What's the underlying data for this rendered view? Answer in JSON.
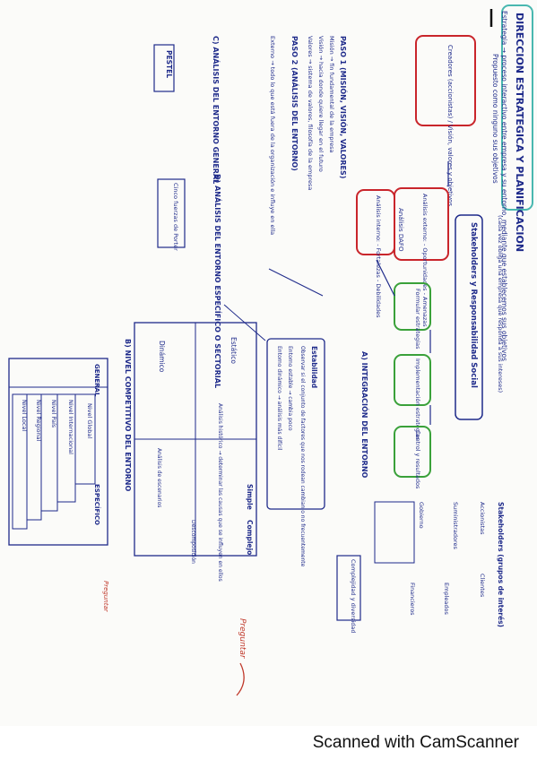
{
  "page": {
    "footer_text": "Scanned with CamScanner",
    "orientation": "rotated-90-clockwise"
  },
  "colors": {
    "ink": "#1e2a8a",
    "red_box": "#c9252b",
    "green_box": "#3aa13a",
    "title_box": "#49b8b0",
    "pen_red": "#c0392b"
  },
  "notes": {
    "title": "DIRECCION ESTRATEGICA Y PLANIFICACION",
    "intro_line_1": "Estrategia → proceso interactivo entre empresa y su entorno, mediante que establecemos sus objetivos",
    "intro_line_2": "Propuesto como ninguno sus objetivos",
    "central_label": "Stakeholders y Responsabilidad Social",
    "central_note": "(cada vez obliga una empresa que responda a sus intereses)",
    "red_box_1": "Creadores (accionistas) / Visión, valores y objetivos",
    "red_box_2": "Análisis externo: - Oportunidades - Amenazas",
    "red_box_3": "Análisis interno: - Fortalezas - Debilidades",
    "dafo_label": "Análisis DAFO",
    "green_box_1": "Formular estrategias",
    "green_box_2": "Implementación estrategias",
    "green_box_3": "Control y resultados",
    "paso_1": "PASO 1 (MISIÓN, VISIÓN, VALORES)",
    "paso_1_mision": "Misión → fin fundamental de la empresa",
    "paso_1_vision": "Visión → hacia donde quiere llegar en el futuro",
    "paso_1_valores": "Valores → sistema de valores, filosofía de la empresa",
    "paso_2": "PASO 2 (ANÁLISIS DEL ENTORNO)",
    "paso_2_text": "Externo → todo lo que está fuera de la organización e influye en ella",
    "section_a": "A) INTEGRACIÓN DEL ENTORNO",
    "estabilidad": "Estabilidad",
    "estabilidad_1": "Observar si el conjunto de factores que nos rodean cambian o no frecuentemente",
    "estabilidad_2": "Entorno estable → cambia poco",
    "estabilidad_3": "Entorno dinámico → análisis más difícil",
    "section_b": "B) NIVEL COMPETITIVO DEL ENTORNO",
    "table_simple": "Simple",
    "table_complejo": "Complejo",
    "table_estatico": "Estático",
    "table_dinamico": "Dinámico",
    "table_cell_1": "Análisis histórico → determinar las causas que se influyen en ellos",
    "table_cell_2": "Análisis de escenarios",
    "table_cell_3": "Descomposición",
    "section_c": "C) ANÁLISIS DEL ENTORNO GENERAL",
    "pestel": "PESTEL",
    "section_d": "D) ANÁLISIS DEL ENTORNO ESPECÍFICO O SECTORIAL",
    "cinco_fuerzas": "Cinco fuerzas de Porter",
    "general_label": "GENERAL",
    "especifico_label": "ESPECÍFICO",
    "nivel_1": "Nivel Global",
    "nivel_2": "Nivel Internacional",
    "nivel_3": "Nivel País",
    "nivel_4": "Nivel Regional",
    "nivel_5": "Nivel Local",
    "preguntar_1": "Preguntar",
    "preguntar_2": "Preguntar",
    "complejidad": "Complejidad y diversidad",
    "stakeholders_heading": "Stakeholders (grupos de interés)",
    "accionistas": "Accionistas",
    "clientes": "Clientes",
    "suministradores": "Suministradores",
    "empleados": "Empleados",
    "gobierno": "Gobierno",
    "financieros": "Financieros"
  }
}
